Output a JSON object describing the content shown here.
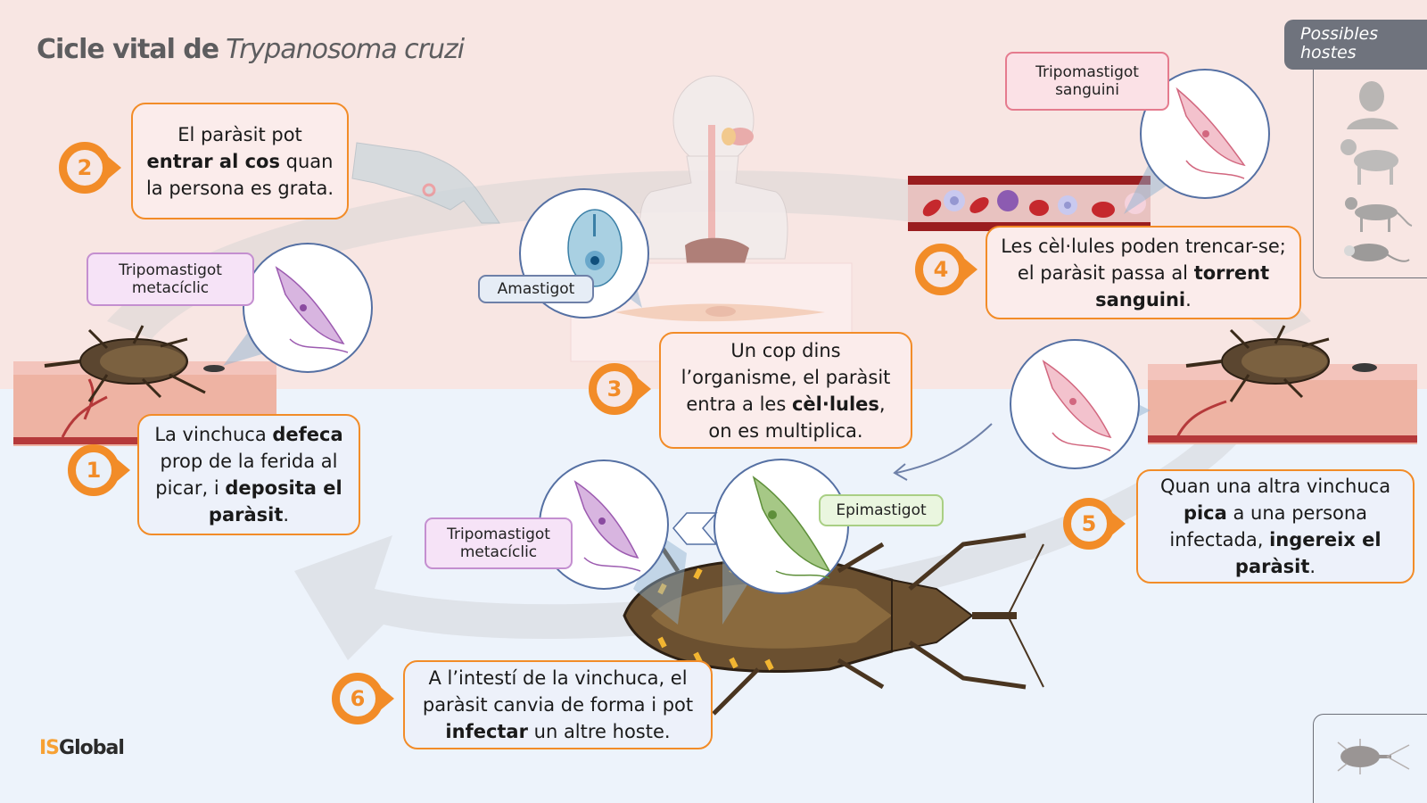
{
  "title": {
    "prefix": "Cicle vital de",
    "species": "Trypanosoma cruzi"
  },
  "hosts_panel": {
    "heading_line1": "Possibles",
    "heading_line2": "hostes",
    "hosts": [
      "human",
      "dog",
      "cat",
      "opossum"
    ]
  },
  "vector_panel": {
    "icon": "kissing-bug-icon"
  },
  "steps": [
    {
      "number": "1",
      "parts": [
        {
          "text": "La vinchuca ",
          "bold": false
        },
        {
          "text": "defeca",
          "bold": true
        },
        {
          "text": " prop de la ferida al picar, i ",
          "bold": false
        },
        {
          "text": "deposita el paràsit",
          "bold": true
        },
        {
          "text": ".",
          "bold": false
        }
      ]
    },
    {
      "number": "2",
      "parts": [
        {
          "text": "El paràsit pot ",
          "bold": false
        },
        {
          "text": "entrar al cos",
          "bold": true
        },
        {
          "text": " quan la persona es grata.",
          "bold": false
        }
      ]
    },
    {
      "number": "3",
      "parts": [
        {
          "text": "Un cop dins l’organisme, el paràsit entra a les ",
          "bold": false
        },
        {
          "text": "cèl·lules",
          "bold": true
        },
        {
          "text": ", on es multiplica.",
          "bold": false
        }
      ]
    },
    {
      "number": "4",
      "parts": [
        {
          "text": "Les cèl·lules poden trencar-se; el paràsit passa al ",
          "bold": false
        },
        {
          "text": "torrent sanguini",
          "bold": true
        },
        {
          "text": ".",
          "bold": false
        }
      ]
    },
    {
      "number": "5",
      "parts": [
        {
          "text": "Quan una altra vinchuca ",
          "bold": false
        },
        {
          "text": "pica",
          "bold": true
        },
        {
          "text": " a una persona infectada, ",
          "bold": false
        },
        {
          "text": "ingereix el paràsit",
          "bold": true
        },
        {
          "text": ".",
          "bold": false
        }
      ]
    },
    {
      "number": "6",
      "parts": [
        {
          "text": "A l’intestí de la vinchuca, el paràsit canvia de forma i pot ",
          "bold": false
        },
        {
          "text": "infectar",
          "bold": true
        },
        {
          "text": " un altre hoste.",
          "bold": false
        }
      ]
    }
  ],
  "labels": {
    "tripo_meta_top": "Tripomastigot metacíclic",
    "amastigot": "Amastigot",
    "tripo_sang": "Tripomastigot sanguini",
    "epimastigot": "Epimastigot",
    "tripo_meta_bottom": "Tripomastigot metacíclic"
  },
  "logo": {
    "part1": "IS",
    "part2": "Global"
  },
  "colors": {
    "accent_orange": "#f28c28",
    "top_bg": "#f8e6e3",
    "bottom_bg": "#edf3fb",
    "tripo_pink": "#e8a3b3",
    "tripo_purple": "#c9a1d6",
    "amastigot_blue": "#9fc8dd",
    "epimastigot_green": "#a6c886"
  }
}
